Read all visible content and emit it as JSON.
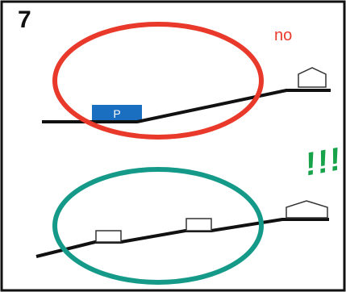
{
  "panel": {
    "number": "7"
  },
  "top_scene": {
    "verdict": "no",
    "parking_sign": "P"
  },
  "bottom_scene": {
    "verdict": "!!!"
  },
  "colors": {
    "bad_highlight": "#e8392a",
    "good_highlight": "#159a89",
    "parking_sign": "#1a6fc0",
    "verdict_yes": "#17a34a",
    "terrain": "#111111",
    "frame": "#111111"
  }
}
